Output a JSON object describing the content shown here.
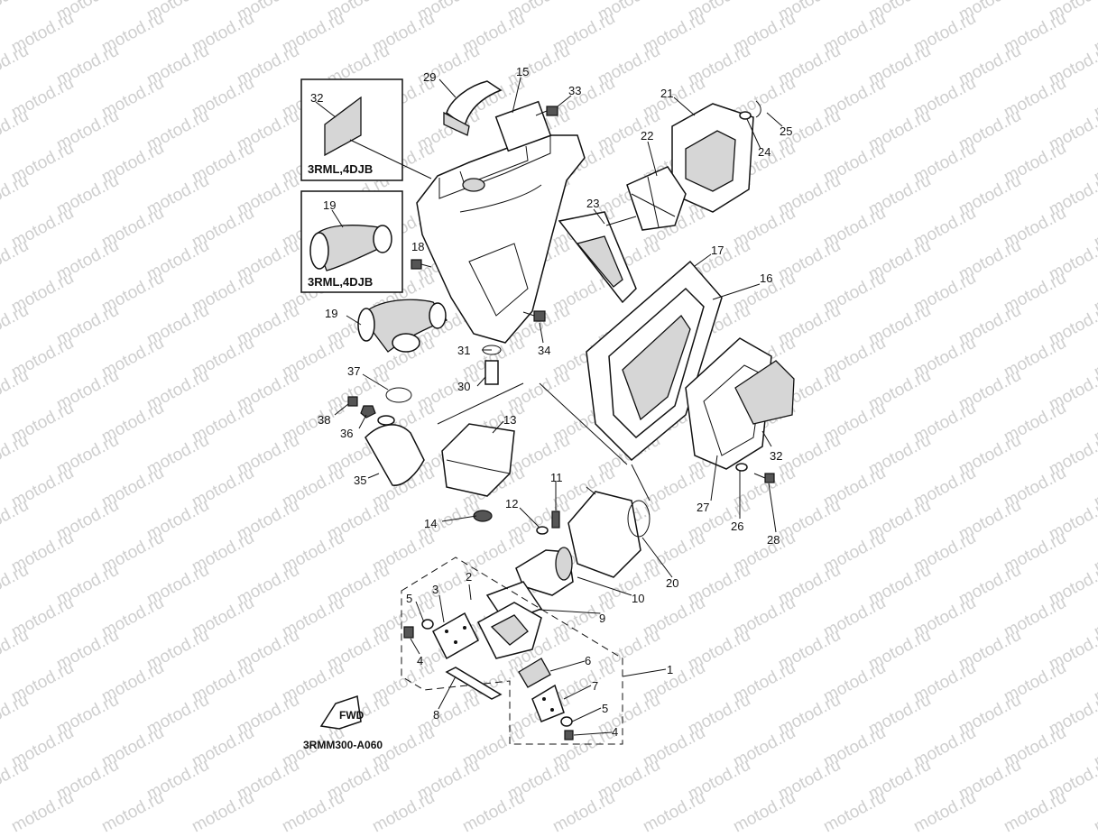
{
  "watermark": "motod.ru",
  "diagram_code": "3RMM300-A060",
  "fwd_label": "FWD",
  "inset_boxes": [
    {
      "label": "3RML,4DJB",
      "part": "32"
    },
    {
      "label": "3RML,4DJB",
      "part": "19"
    }
  ],
  "callouts": [
    "1",
    "2",
    "3",
    "4",
    "5",
    "6",
    "7",
    "8",
    "9",
    "10",
    "11",
    "12",
    "13",
    "14",
    "15",
    "16",
    "17",
    "18",
    "19",
    "20",
    "21",
    "22",
    "23",
    "24",
    "25",
    "26",
    "27",
    "28",
    "29",
    "30",
    "31",
    "32",
    "33",
    "34",
    "35",
    "36",
    "37",
    "38"
  ],
  "labels": [
    {
      "id": "29",
      "text": "29"
    },
    {
      "id": "15",
      "text": "15"
    },
    {
      "id": "33",
      "text": "33"
    },
    {
      "id": "21",
      "text": "21"
    },
    {
      "id": "25",
      "text": "25"
    },
    {
      "id": "24",
      "text": "24"
    },
    {
      "id": "22",
      "text": "22"
    },
    {
      "id": "23",
      "text": "23"
    },
    {
      "id": "17",
      "text": "17"
    },
    {
      "id": "16",
      "text": "16"
    },
    {
      "id": "18",
      "text": "18"
    },
    {
      "id": "19",
      "text": "19"
    },
    {
      "id": "31",
      "text": "31"
    },
    {
      "id": "34",
      "text": "34"
    },
    {
      "id": "37",
      "text": "37"
    },
    {
      "id": "30",
      "text": "30"
    },
    {
      "id": "38",
      "text": "38"
    },
    {
      "id": "36",
      "text": "36"
    },
    {
      "id": "13",
      "text": "13"
    },
    {
      "id": "35",
      "text": "35"
    },
    {
      "id": "11",
      "text": "11"
    },
    {
      "id": "12",
      "text": "12"
    },
    {
      "id": "14",
      "text": "14"
    },
    {
      "id": "32b",
      "text": "32"
    },
    {
      "id": "27",
      "text": "27"
    },
    {
      "id": "26",
      "text": "26"
    },
    {
      "id": "28",
      "text": "28"
    },
    {
      "id": "20",
      "text": "20"
    },
    {
      "id": "10",
      "text": "10"
    },
    {
      "id": "2",
      "text": "2"
    },
    {
      "id": "3",
      "text": "3"
    },
    {
      "id": "5a",
      "text": "5"
    },
    {
      "id": "9",
      "text": "9"
    },
    {
      "id": "1",
      "text": "1"
    },
    {
      "id": "4a",
      "text": "4"
    },
    {
      "id": "6",
      "text": "6"
    },
    {
      "id": "7",
      "text": "7"
    },
    {
      "id": "5b",
      "text": "5"
    },
    {
      "id": "4b",
      "text": "4"
    },
    {
      "id": "8",
      "text": "8"
    }
  ]
}
